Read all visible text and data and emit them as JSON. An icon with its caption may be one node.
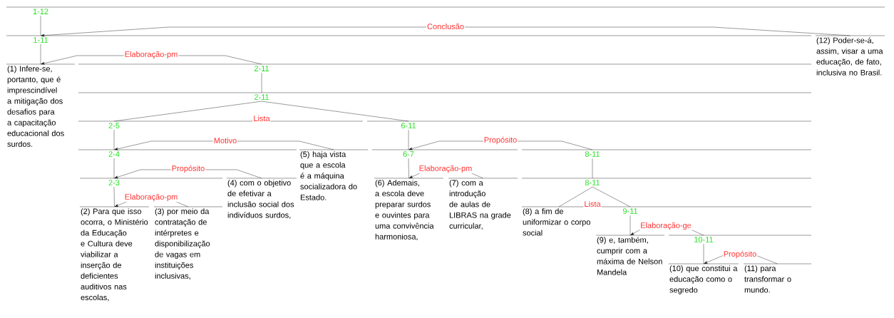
{
  "diagram": {
    "nodes": [
      {
        "text": [
          "1-12"
        ]
      },
      {
        "text": [
          "1-11"
        ]
      },
      {
        "text": [
          "(12) Poder-se-á, assim, visar a uma educação, de fato, inclusiva no Brasil."
        ]
      },
      {
        "text": [
          "(1) Infere-se, portanto, que é imprescindível a mitigação dos desafios para a capacitação educacional dos surdos."
        ]
      },
      {
        "text": [
          "2-11"
        ]
      },
      {
        "text": [
          "2-11"
        ]
      },
      {
        "text": [
          "2-5"
        ]
      },
      {
        "text": [
          "6-11"
        ]
      },
      {
        "text": [
          "2-4"
        ]
      },
      {
        "text": [
          "(5) haja vista que a escola é a máquina socializadora do Estado."
        ]
      },
      {
        "text": [
          "6-7"
        ]
      },
      {
        "text": [
          "8-11"
        ]
      },
      {
        "text": [
          "2-3"
        ]
      },
      {
        "text": [
          "(4) com o objetivo de efetivar a inclusão social dos indivíduos surdos,"
        ]
      },
      {
        "text": [
          "(6) Ademais, a escola deve preparar surdos e ouvintes para uma convivência harmoniosa,"
        ]
      },
      {
        "text": [
          "(7) com a introdução de aulas de LIBRAS na grade curricular,"
        ]
      },
      {
        "text": [
          "8-11"
        ]
      },
      {
        "text": [
          "(2) Para que isso ocorra, o Ministério da Educação e Cultura deve viabilizar a inserção de deficientes auditivos nas escolas,"
        ]
      },
      {
        "text": [
          "(3) por meio da contratação de intérpretes e disponibilização de vagas em instituições inclusivas,"
        ]
      },
      {
        "text": [
          "(8) a fim de uniformizar o corpo social"
        ]
      },
      {
        "text": [
          "9-11"
        ]
      },
      {
        "text": [
          "(9) e, também, cumprir com a máxima de Nelson Mandela"
        ]
      },
      {
        "text": [
          "10-11"
        ]
      },
      {
        "text": [
          "(10) que constitui a educação como o segredo"
        ]
      },
      {
        "text": [
          "(11) para transformar o mundo."
        ]
      }
    ],
    "edges": [
      {
        "from": 2,
        "to": 1,
        "arrow": "to",
        "label": "Conclusão"
      },
      {
        "from": 0,
        "to": 1,
        "arrow": "none"
      },
      {
        "from": 4,
        "to": 3,
        "arrow": "to",
        "label": "Elaboração-pm"
      },
      {
        "from": 1,
        "to": 3,
        "arrow": "none"
      },
      {
        "from": 4,
        "to": 5,
        "arrow": "none"
      },
      {
        "from": 5,
        "to": 6,
        "arrow": "none",
        "label": "Lista"
      },
      {
        "from": 5,
        "to": 7,
        "arrow": "none"
      },
      {
        "from": 9,
        "to": 8,
        "arrow": "to",
        "label": "Motivo"
      },
      {
        "from": 6,
        "to": 8,
        "arrow": "none"
      },
      {
        "from": 11,
        "to": 10,
        "arrow": "to",
        "label": "Propósito"
      },
      {
        "from": 7,
        "to": 10,
        "arrow": "none"
      },
      {
        "from": 13,
        "to": 12,
        "arrow": "to",
        "label": "Propósito"
      },
      {
        "from": 8,
        "to": 12,
        "arrow": "none"
      },
      {
        "from": 18,
        "to": 17,
        "arrow": "to",
        "label": "Elaboração-pm"
      },
      {
        "from": 12,
        "to": 17,
        "arrow": "none"
      },
      {
        "from": 15,
        "to": 14,
        "arrow": "to",
        "label": "Elaboração-pm"
      },
      {
        "from": 10,
        "to": 14,
        "arrow": "none"
      },
      {
        "from": 11,
        "to": 16,
        "arrow": "none"
      },
      {
        "from": 16,
        "to": 19,
        "arrow": "none",
        "label": "Lista"
      },
      {
        "from": 16,
        "to": 20,
        "arrow": "none"
      },
      {
        "from": 22,
        "to": 21,
        "arrow": "to",
        "label": "Elaboração-ge"
      },
      {
        "from": 20,
        "to": 21,
        "arrow": "none"
      },
      {
        "from": 24,
        "to": 23,
        "arrow": "to",
        "label": "Propósito"
      },
      {
        "from": 22,
        "to": 23,
        "arrow": "none"
      }
    ]
  }
}
